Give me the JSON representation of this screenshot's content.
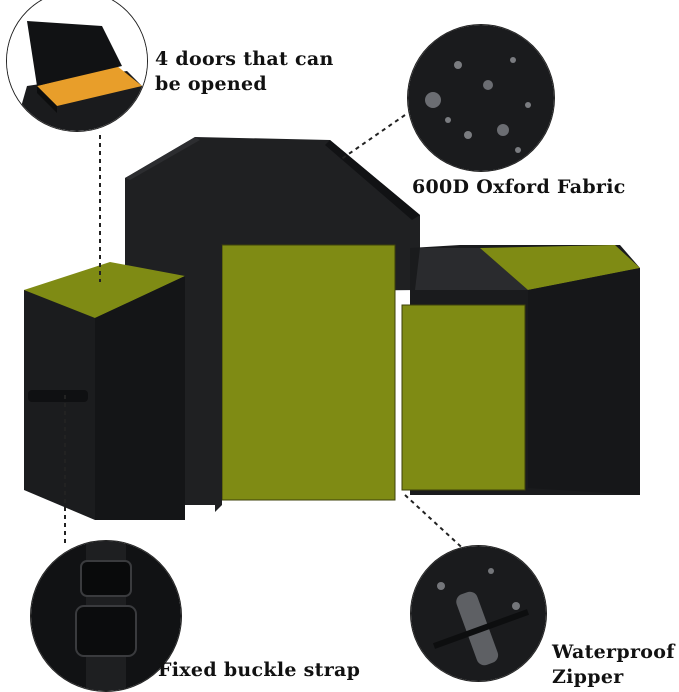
{
  "image": {
    "subject": "BBQ grill cover",
    "colors": {
      "cover_black": "#1c1d1f",
      "panel_olive": "#7f8b14",
      "interior_orange": "#e89e2a",
      "background": "#ffffff"
    }
  },
  "callouts": {
    "doors": {
      "line1": "4 doors that can",
      "line2": "be opened"
    },
    "fabric": {
      "text": "600D Oxford Fabric"
    },
    "buckle": {
      "text": "Fixed buckle strap"
    },
    "zipper": {
      "line1": "Waterproof",
      "line2": "Zipper"
    }
  }
}
